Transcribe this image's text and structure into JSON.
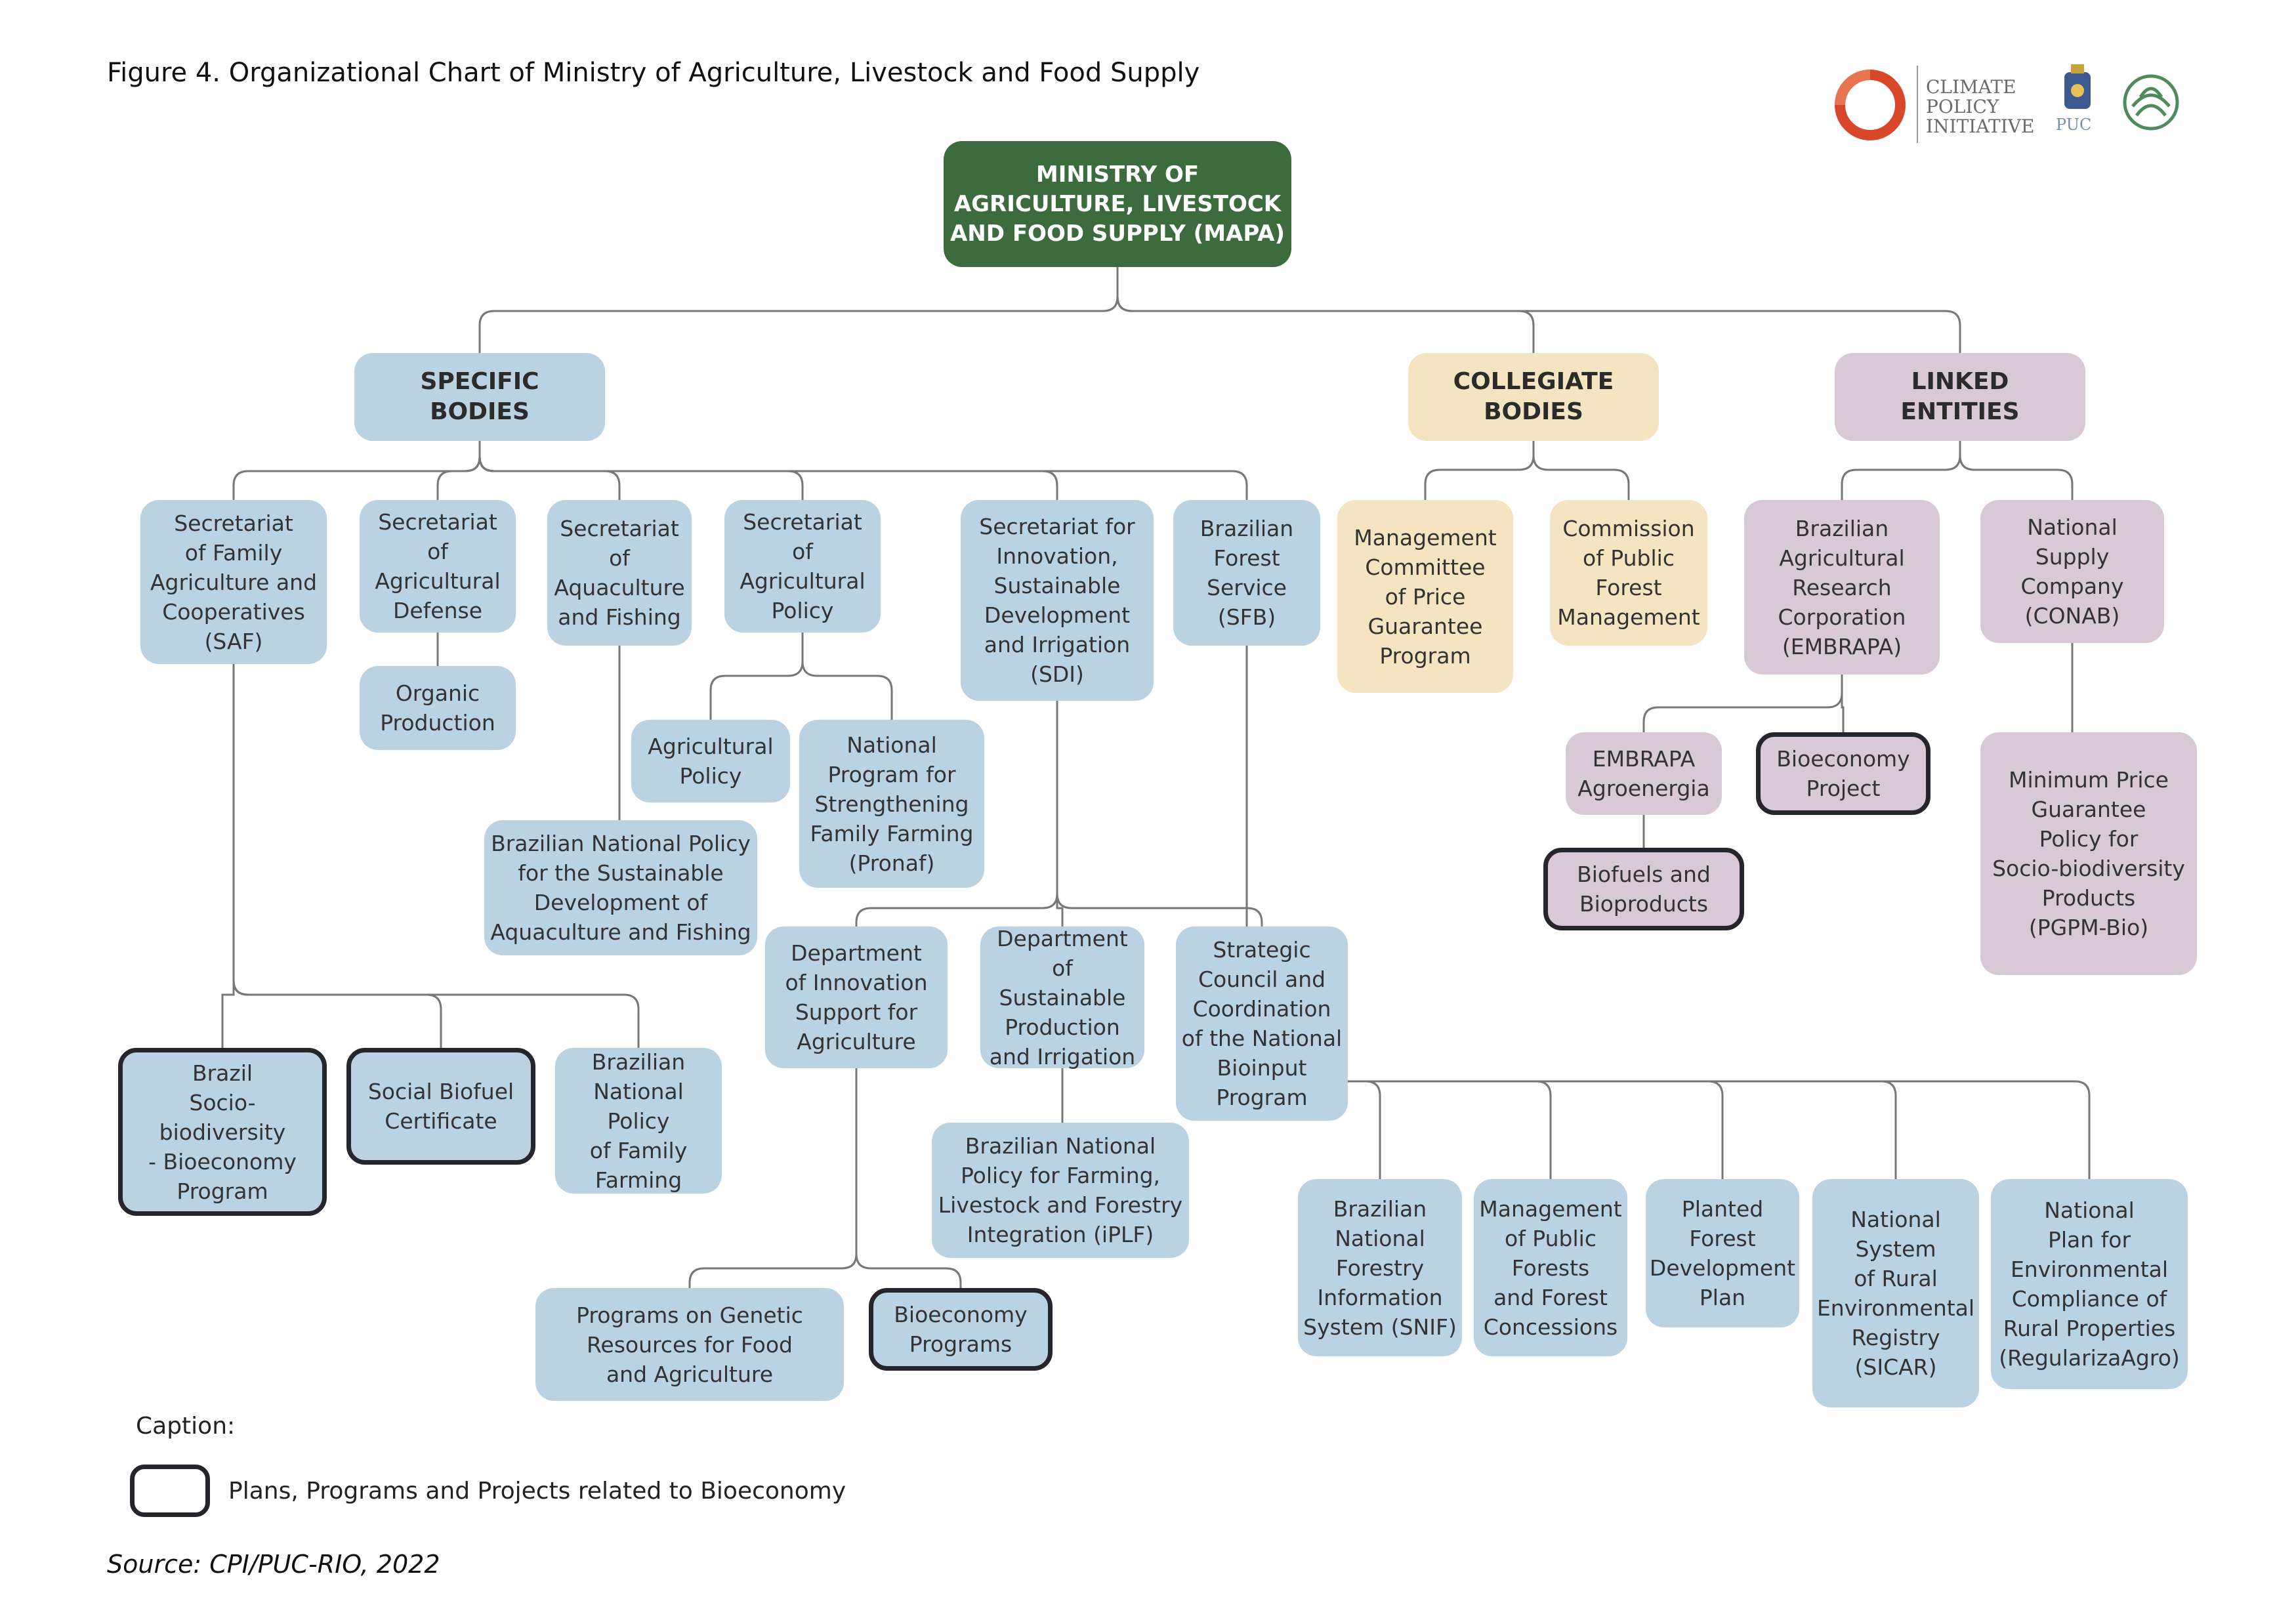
{
  "title": "Figure 4. Organizational Chart of Ministry of Agriculture, Livestock and Food Supply",
  "logos": {
    "cpi_text": "CLIMATE\nPOLICY\nINITIATIVE",
    "puc_text": "PUC",
    "colors": {
      "cpi": "#d9472b",
      "puc": "#3d5a8f",
      "seal": "#4f8a5b"
    }
  },
  "colors": {
    "ministry": "#3c6b3e",
    "specific": "#bad3e3",
    "collegiate": "#f5e4c1",
    "linked": "#d8c9d5",
    "bioeconomy_border": "#25252b",
    "connector": "#777777"
  },
  "nodes": {
    "mapa": "MINISTRY OF\nAGRICULTURE, LIVESTOCK\nAND FOOD SUPPLY (MAPA)",
    "specific": "SPECIFIC\nBODIES",
    "collegiate": "COLLEGIATE\nBODIES",
    "linked": "LINKED\nENTITIES",
    "saf": "Secretariat\nof Family\nAgriculture and\nCooperatives\n(SAF)",
    "defense": "Secretariat of\nAgricultural\nDefense",
    "organic": "Organic\nProduction",
    "aquaculture": "Secretariat\nof\nAquaculture\nand Fishing",
    "agripolicy_sec": "Secretariat of\nAgricultural\nPolicy",
    "sdi": "Secretariat for\nInnovation,\nSustainable\nDevelopment\nand Irrigation\n(SDI)",
    "sfb": "Brazilian\nForest\nService\n(SFB)",
    "agripolicy": "Agricultural\nPolicy",
    "pronaf": "National\nProgram for\nStrengthening\nFamily Farming\n(Pronaf)",
    "aqua_policy": "Brazilian National Policy\nfor the Sustainable\nDevelopment of\nAquaculture and Fishing",
    "dept_innov": "Department\nof Innovation\nSupport for\nAgriculture",
    "dept_sust": "Department\nof Sustainable\nProduction\nand Irrigation",
    "bioinput": "Strategic\nCouncil and\nCoordination\nof the National\nBioinput\nProgram",
    "ilpf": "Brazilian National\nPolicy for Farming,\nLivestock and Forestry\nIntegration (iPLF)",
    "genetic": "Programs on Genetic\nResources for Food\nand Agriculture",
    "bio_programs": "Bioeconomy\nPrograms",
    "sociobio": "Brazil\nSocio-biodiversity\n- Bioeconomy\nProgram",
    "biofuel_cert": "Social Biofuel\nCertificate",
    "family_policy": "Brazilian\nNational Policy\nof Family\nFarming",
    "snif": "Brazilian\nNational\nForestry\nInformation\nSystem (SNIF)",
    "public_forests": "Management\nof Public\nForests\nand Forest\nConcessions",
    "planted": "Planted\nForest\nDevelopment\nPlan",
    "sicar": "National\nSystem\nof Rural\nEnvironmental\nRegistry\n(SICAR)",
    "regulariza": "National\nPlan for\nEnvironmental\nCompliance of\nRural Properties\n(RegularizaAgro)",
    "price_committee": "Management\nCommittee\nof Price\nGuarantee\nProgram",
    "forest_commission": "Commission\nof Public\nForest\nManagement",
    "embrapa": "Brazilian\nAgricultural\nResearch\nCorporation\n(EMBRAPA)",
    "conab": "National\nSupply\nCompany\n(CONAB)",
    "embrapa_agro": "EMBRAPA\nAgroenergia",
    "bio_project": "Bioeconomy\nProject",
    "biofuels": "Biofuels and\nBioproducts",
    "pgpm": "Minimum Price\nGuarantee\nPolicy for\nSocio-biodiversity\nProducts\n(PGPM-Bio)"
  },
  "caption": {
    "label": "Caption:",
    "text": "Plans, Programs and Projects related to Bioeconomy"
  },
  "source": "Source: CPI/PUC-RIO, 2022"
}
